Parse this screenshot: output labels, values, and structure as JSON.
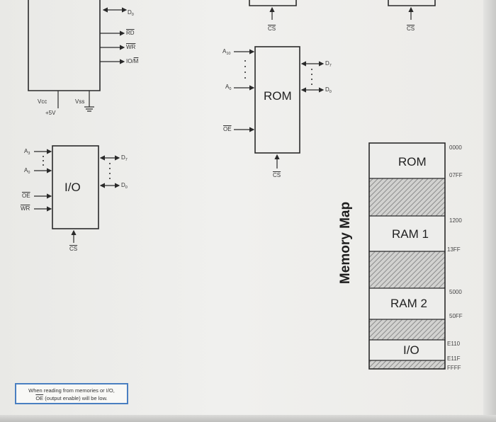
{
  "cpu": {
    "pins": {
      "d0": "D",
      "d0_sub": "0",
      "rd": "RD",
      "wr": "WR",
      "io_m": "IO/",
      "io_m_bar": "M",
      "vcc": "Vcc",
      "vss": "Vss",
      "plus5v": "+5V"
    }
  },
  "top_chips": {
    "cs_left": "CS",
    "cs_right": "CS"
  },
  "io_chip": {
    "label": "I/O",
    "a_top": "A",
    "a_top_sub": "3",
    "a_bottom": "A",
    "a_bottom_sub": "0",
    "oe": "OE",
    "wr": "WR",
    "d_top": "D",
    "d_top_sub": "7",
    "d_bottom": "D",
    "d_bottom_sub": "0",
    "cs": "CS"
  },
  "rom_chip": {
    "label": "ROM",
    "a_top": "A",
    "a_top_sub": "10",
    "a_bottom": "A",
    "a_bottom_sub": "0",
    "d_top": "D",
    "d_top_sub": "7",
    "d_bottom": "D",
    "d_bottom_sub": "0",
    "oe": "OE",
    "cs": "CS"
  },
  "memory_map": {
    "title": "Memory Map",
    "regions": [
      "ROM",
      "RAM 1",
      "RAM 2",
      "I/O"
    ],
    "addresses": [
      "0000",
      "07FF",
      "1200",
      "13FF",
      "5000",
      "50FF",
      "E110",
      "E11F",
      "FFFF"
    ]
  },
  "note": {
    "line1": "When reading from memories or I/O,",
    "line2_bar": "OE",
    "line2_rest": " (output enable) will be low."
  },
  "colors": {
    "note_border": "#4a7fc1",
    "line": "#2a2a2a",
    "hatch": "#8c8c8c"
  }
}
